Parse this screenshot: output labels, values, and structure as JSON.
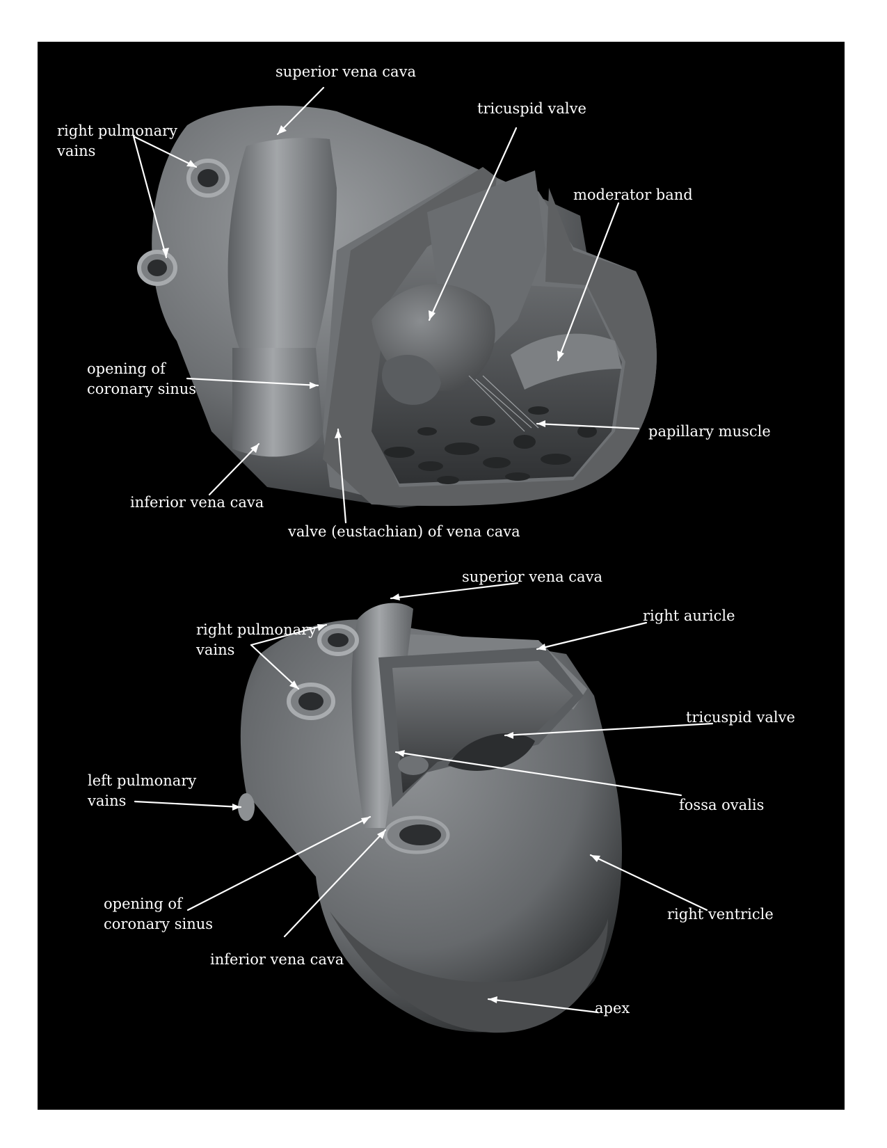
{
  "colors": {
    "background": "#000000",
    "label": "#ffffff",
    "tissue_light": "#8d9093",
    "tissue_mid": "#6c6f72",
    "tissue_dark": "#3a3c3e",
    "cut_surface": "#5e6062"
  },
  "top_view": {
    "labels": {
      "superior_vena_cava": "superior vena cava",
      "right_pulmonary_vains": "right pulmonary\nvains",
      "tricuspid_valve": "tricuspid valve",
      "moderator_band": "moderator band",
      "opening_of_coronary_sinus": "opening of\ncoronary sinus",
      "papillary_muscle": "papillary muscle",
      "inferior_vena_cava": "inferior vena cava",
      "valve_eustachian_of_vena_cava": "valve (eustachian) of vena cava"
    }
  },
  "bottom_view": {
    "labels": {
      "superior_vena_cava": "superior vena cava",
      "right_auricle": "right auricle",
      "right_pulmonary_vains": "right pulmonary\nvains",
      "tricuspid_valve": "tricuspid valve",
      "left_pulmonary_vains": "left pulmonary\nvains",
      "fossa_ovalis": "fossa ovalis",
      "opening_of_coronary_sinus": "opening of\ncoronary sinus",
      "right_ventricle": "right ventricle",
      "inferior_vena_cava": "inferior vena cava",
      "apex": "apex"
    }
  }
}
